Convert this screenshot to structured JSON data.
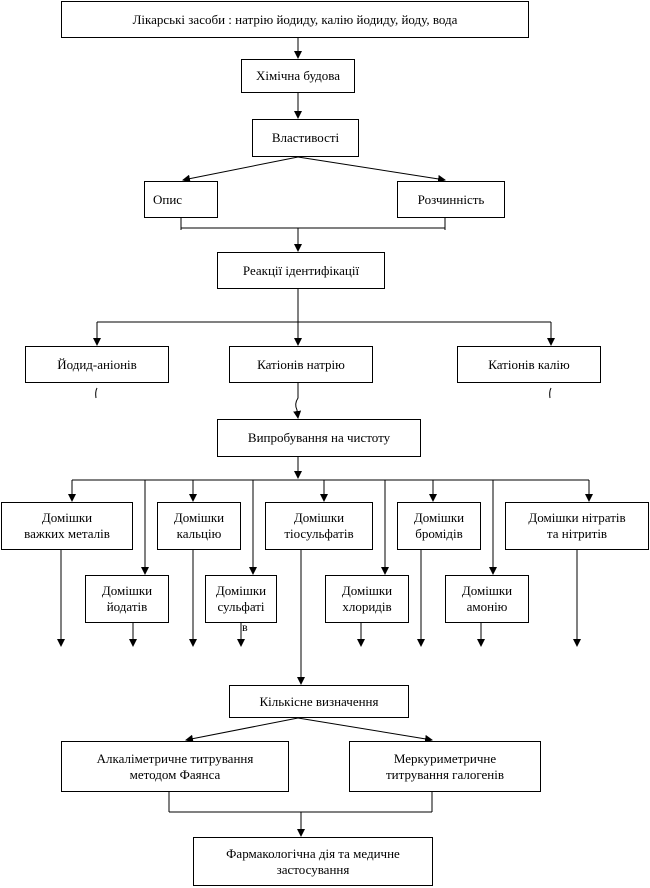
{
  "nodes": {
    "drugs": "Лікарські засоби : натрію йодиду, калію йодиду, йоду, вода",
    "structure": "Хімічна будова",
    "properties": "Властивості",
    "description": "Опис",
    "solubility": "Розчинність",
    "identification": "Реакції ідентифікації",
    "iodide_anions": "Йодид-аніонів",
    "sodium_cations": "Катіонів натрію",
    "potassium_cations": "Катіонів калію",
    "purity": "Випробування на чистоту",
    "heavy_metals": "Домішки\nважких металів",
    "iodates": "Домішки\nйодатів",
    "calcium": "Домішки\nкальцію",
    "sulfates": "Домішки\nсульфаті",
    "sulfates_tail": "в",
    "thiosulfates": "Домішки\nтіосульфатів",
    "chlorides": "Домішки\nхлоридів",
    "bromides": "Домішки\nбромідів",
    "ammonium": "Домішки\nамонію",
    "nitrates_nitrites": "Домішки нітратів\nта нітритів",
    "quantitative": "Кількісне визначення",
    "alkalimetric": "Алкаліметричне титрування\nметодом Фаянса",
    "mercurimetric": "Меркуриметричне\nтитрування галогенів",
    "pharmacology": "Фармакологічна дія та медичне\nзастосування"
  }
}
